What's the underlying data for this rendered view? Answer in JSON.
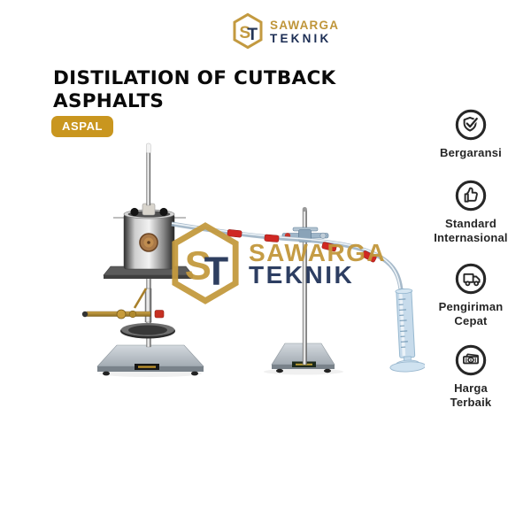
{
  "brand": {
    "monogram_s": "S",
    "monogram_t": "T",
    "name_primary": "SAWARGA",
    "name_secondary": "TEKNIK"
  },
  "product": {
    "title_line1": "DISTILATION OF CUTBACK",
    "title_line2": "ASPHALTS",
    "category_badge": "ASPAL"
  },
  "watermark": {
    "monogram_s": "S",
    "monogram_t": "T",
    "name_primary": "SAWARGA",
    "name_secondary": "TEKNIK"
  },
  "features": [
    {
      "icon": "shield-check-icon",
      "label": "Bergaransi"
    },
    {
      "icon": "thumbs-up-icon",
      "label": "Standard\nInternasional"
    },
    {
      "icon": "truck-icon",
      "label": "Pengiriman\nCepat"
    },
    {
      "icon": "banknote-icon",
      "label": "Harga\nTerbaik"
    }
  ],
  "illustration": {
    "description": "Distillation of cutback asphalt apparatus: chrome still pot with thermometer over a burner on a stand, glass side-arm tube with red sleeves held by a support-stand clamp, draining into a blue graduated cylinder"
  },
  "colors": {
    "brand_gold": "#bf9539",
    "brand_navy": "#1c2e54",
    "badge_gold": "#c9961f",
    "icon_dark": "#272727",
    "accent_red": "#ce2823",
    "glass_blue": "#c3d9ea"
  }
}
